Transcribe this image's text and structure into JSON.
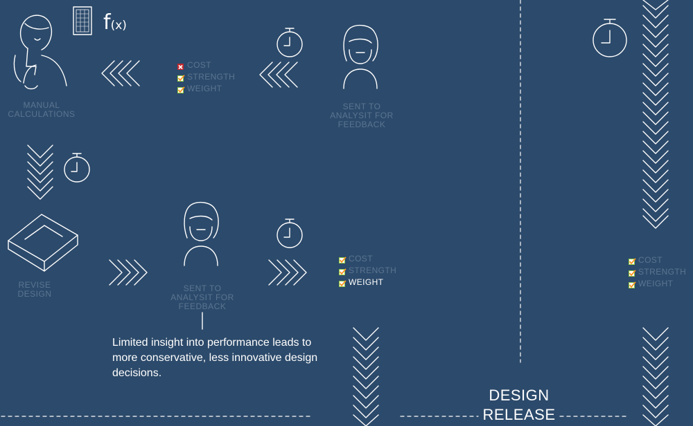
{
  "labels": {
    "manual_calculations": "MANUAL CALCULATIONS",
    "sent_top": "SENT TO ANALYSIT FOR FEEDBACK",
    "revise_design": "REVISE DESIGN",
    "sent_bottom": "SENT TO ANALYSIT FOR FEEDBACK"
  },
  "formula": {
    "f": "f",
    "x": "(x)"
  },
  "checklists": {
    "top": [
      {
        "label": "COST",
        "status": "fail"
      },
      {
        "label": "STRENGTH",
        "status": "pass"
      },
      {
        "label": "WEIGHT",
        "status": "pass"
      }
    ],
    "middle": [
      {
        "label": "COST",
        "status": "pass"
      },
      {
        "label": "STRENGTH",
        "status": "pass"
      },
      {
        "label": "WEIGHT",
        "status": "pass",
        "highlight": true
      }
    ],
    "right": [
      {
        "label": "COST",
        "status": "pass"
      },
      {
        "label": "STRENGTH",
        "status": "pass"
      },
      {
        "label": "WEIGHT",
        "status": "pass"
      }
    ]
  },
  "note": "Limited insight into performance leads to more conservative, less innovative design decisions.",
  "release": "DESIGN RELEASE",
  "colors": {
    "background": "#2c4a6b",
    "line": "#ffffff",
    "muted_text": "#5b7592",
    "check_green": "#8cc63f",
    "check_orange": "#f7941d",
    "fail_red": "#c1272d"
  }
}
